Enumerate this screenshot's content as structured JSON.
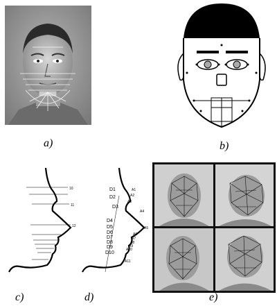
{
  "captions": {
    "a": "a)",
    "b": "b)",
    "c": "c)",
    "d": "d)",
    "e": "e)"
  },
  "panel_d": {
    "left_labels": [
      "D1",
      "D2",
      "D3",
      "D4",
      "D5",
      "D6",
      "D7",
      "D8",
      "D9",
      "D10"
    ],
    "right_labels": [
      "A1",
      "A2",
      "A3",
      "A4",
      "A5",
      "A6",
      "A7",
      "A8",
      "A9",
      "A10",
      "A11"
    ]
  },
  "panel_c": {
    "right_labels": [
      "10",
      "11",
      "12"
    ]
  },
  "colors": {
    "photo_bg": "#8e8e8e",
    "hair": "#000000",
    "line": "#000000",
    "mesh_bg": "#c9c9c9"
  }
}
